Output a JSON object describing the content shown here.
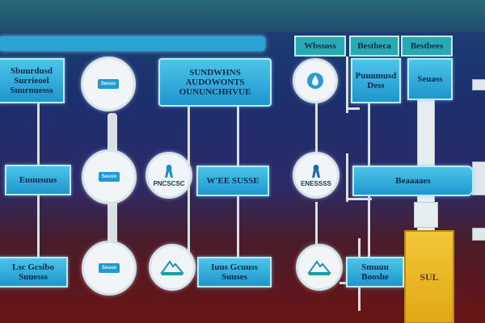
{
  "headers": [
    "Wbssoss",
    "Bestbeca",
    "Bestbees"
  ],
  "boxes": {
    "b1": "Sbuurdusd\nSurrieoel\nSuurnuesss",
    "b2": "SUNDWHNS\nAUDOWONTS\nOUNUNCHHVUE",
    "b3": "Puuumusd\nDess",
    "b4": "Seuass",
    "b5": "Euuusuus",
    "b6": "W'EE SUSSE",
    "b7": "Beaaaaes",
    "b8": "Lsc Gcsibo\nSuuesss",
    "b9": "Iuus Gcuuss\nSuuses",
    "b10": "Smuuu\nBooshe",
    "yellow": "SUL"
  },
  "circles": {
    "c1": "Seuuo",
    "c2": "Seuuo",
    "c3": "Seuuo",
    "c4_caption": "PNCSCSC",
    "c5_caption": "ENESSSS"
  },
  "colors": {
    "box_blue": "#1f96cd",
    "header_teal": "#2aa8b4",
    "yellow": "#e3a814",
    "bg_navy": "#1d2f6e",
    "bg_red": "#6a1414"
  }
}
